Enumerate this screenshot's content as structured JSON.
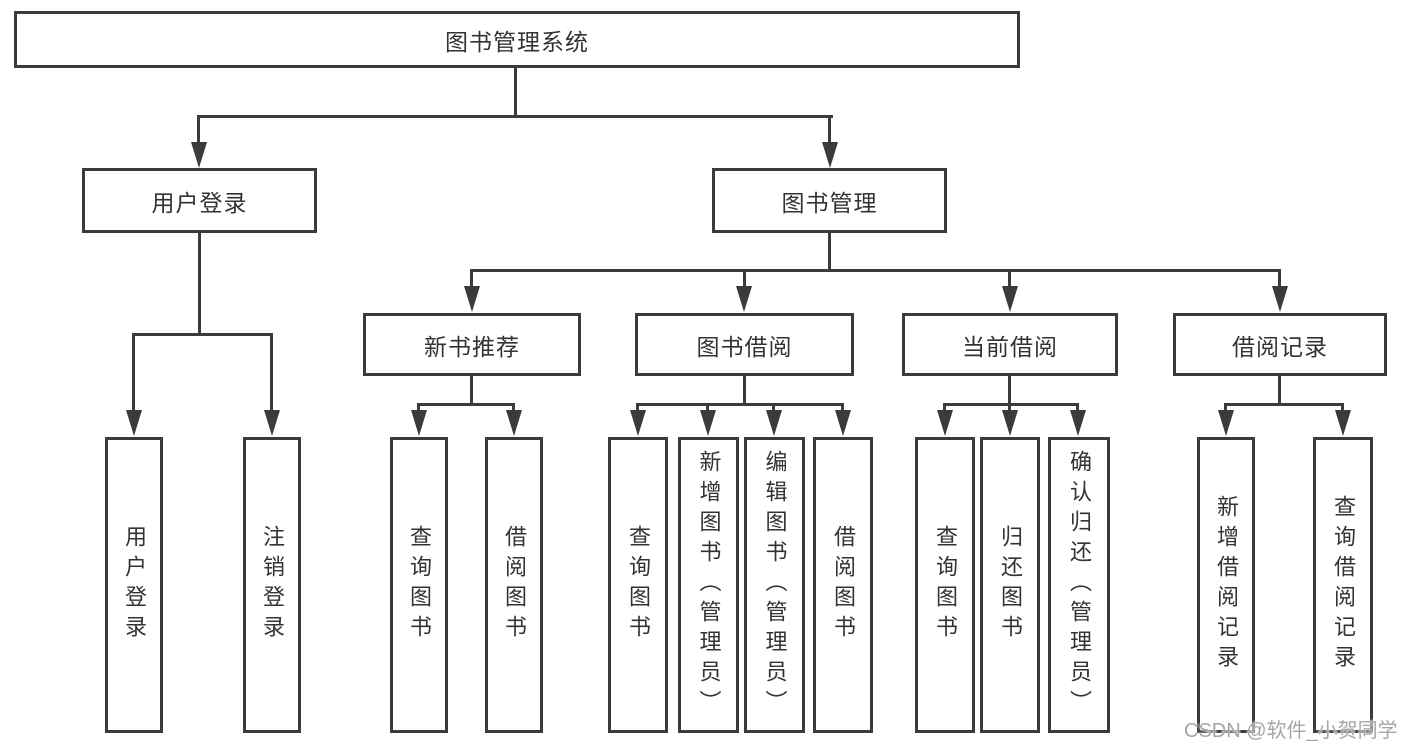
{
  "nodes": {
    "root": {
      "label": "图书管理系统"
    },
    "user_login": {
      "label": "用户登录"
    },
    "book_management": {
      "label": "图书管理"
    },
    "new_book_recommendation": {
      "label": "新书推荐"
    },
    "book_borrowing": {
      "label": "图书借阅"
    },
    "current_borrowing": {
      "label": "当前借阅"
    },
    "borrowing_records": {
      "label": "借阅记录"
    },
    "leaf_user_login": {
      "label": "用户登录"
    },
    "leaf_logout": {
      "label": "注销登录"
    },
    "leaf_query_books_1": {
      "label": "查询图书"
    },
    "leaf_borrow_books_1": {
      "label": "借阅图书"
    },
    "leaf_query_books_2": {
      "label": "查询图书"
    },
    "leaf_add_books_admin": {
      "label": "新增图书（管理员）"
    },
    "leaf_edit_books_admin": {
      "label": "编辑图书（管理员）"
    },
    "leaf_borrow_books_2": {
      "label": "借阅图书"
    },
    "leaf_query_books_3": {
      "label": "查询图书"
    },
    "leaf_return_books": {
      "label": "归还图书"
    },
    "leaf_confirm_return_admin": {
      "label": "确认归还（管理员）"
    },
    "leaf_add_borrow_record": {
      "label": "新增借阅记录"
    },
    "leaf_query_borrow_record": {
      "label": "查询借阅记录"
    }
  },
  "watermark": {
    "text": "CSDN @软件_小贺同学"
  },
  "colors": {
    "line": "#3b3b3b",
    "text": "#333333",
    "watermark": "#a6a6a6",
    "background": "#ffffff"
  }
}
